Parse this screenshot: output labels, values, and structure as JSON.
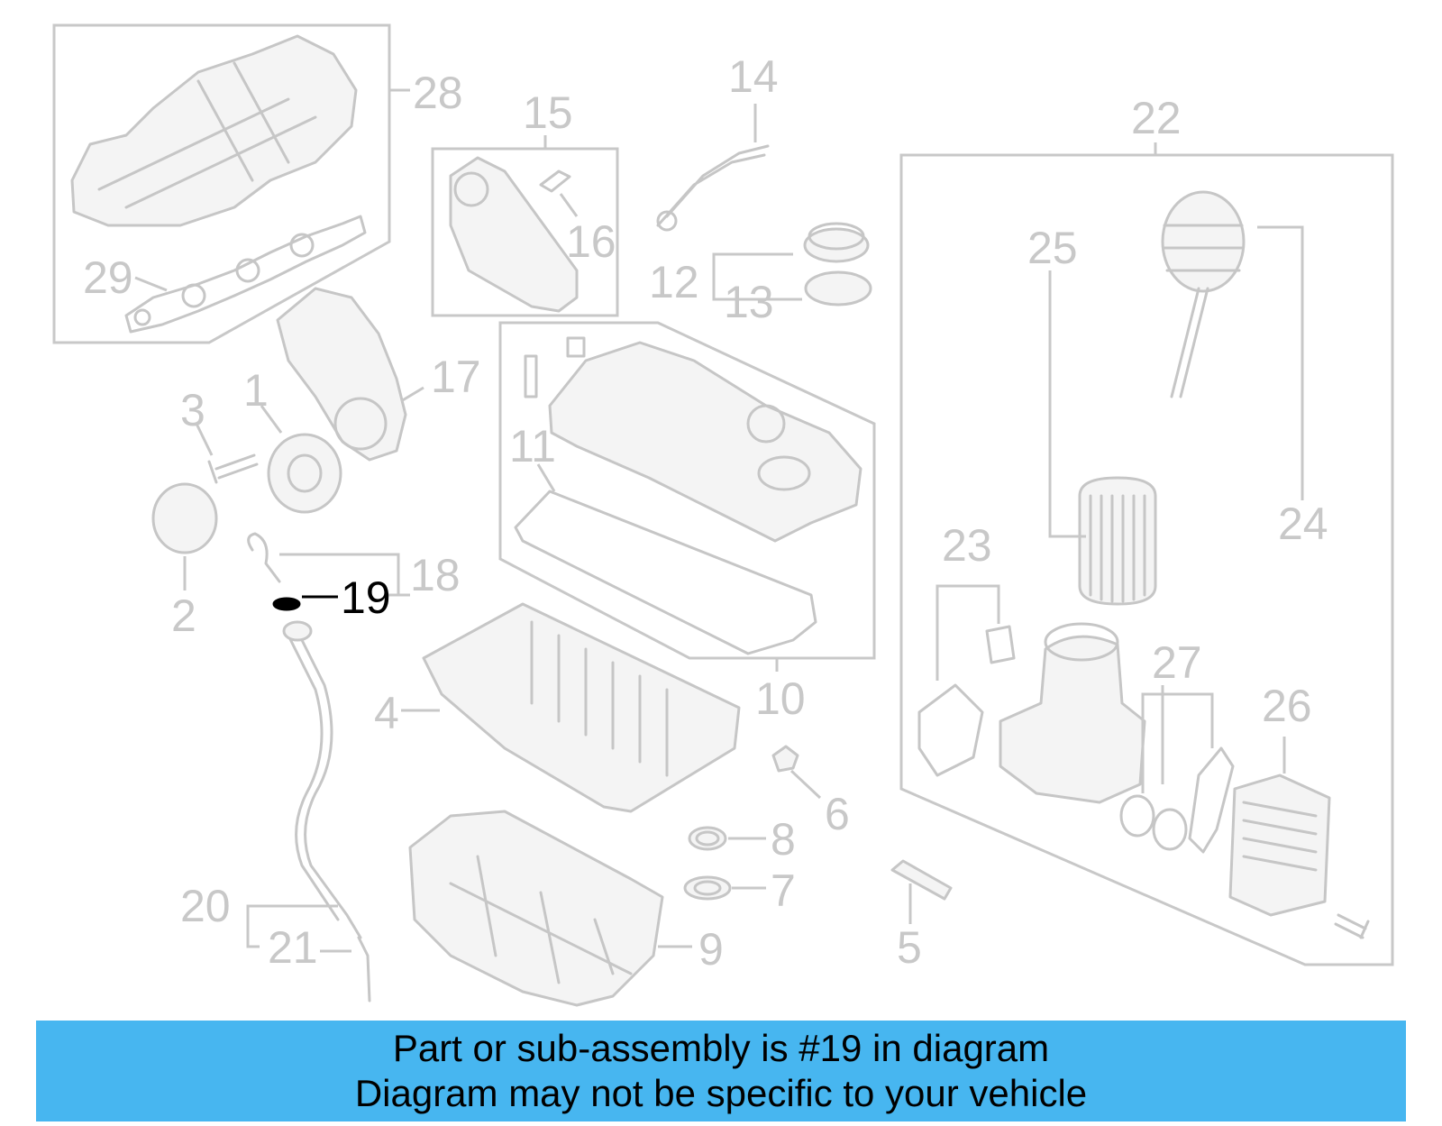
{
  "callouts": {
    "c1": "1",
    "c2": "2",
    "c3": "3",
    "c4": "4",
    "c5": "5",
    "c6": "6",
    "c7": "7",
    "c8": "8",
    "c9": "9",
    "c10": "10",
    "c11": "11",
    "c12": "12",
    "c13": "13",
    "c14": "14",
    "c15": "15",
    "c16": "16",
    "c17": "17",
    "c18": "18",
    "c19": "19",
    "c20": "20",
    "c21": "21",
    "c22": "22",
    "c23": "23",
    "c24": "24",
    "c25": "25",
    "c26": "26",
    "c27": "27",
    "c28": "28",
    "c29": "29"
  },
  "highlighted_part": "19",
  "colors": {
    "banner": "#47b6f0",
    "line_art": "#c6c6c6",
    "highlight": "#000000"
  },
  "banner": {
    "line1": "Part or sub-assembly is #19 in diagram",
    "line2": "Diagram may not be specific to your vehicle"
  }
}
